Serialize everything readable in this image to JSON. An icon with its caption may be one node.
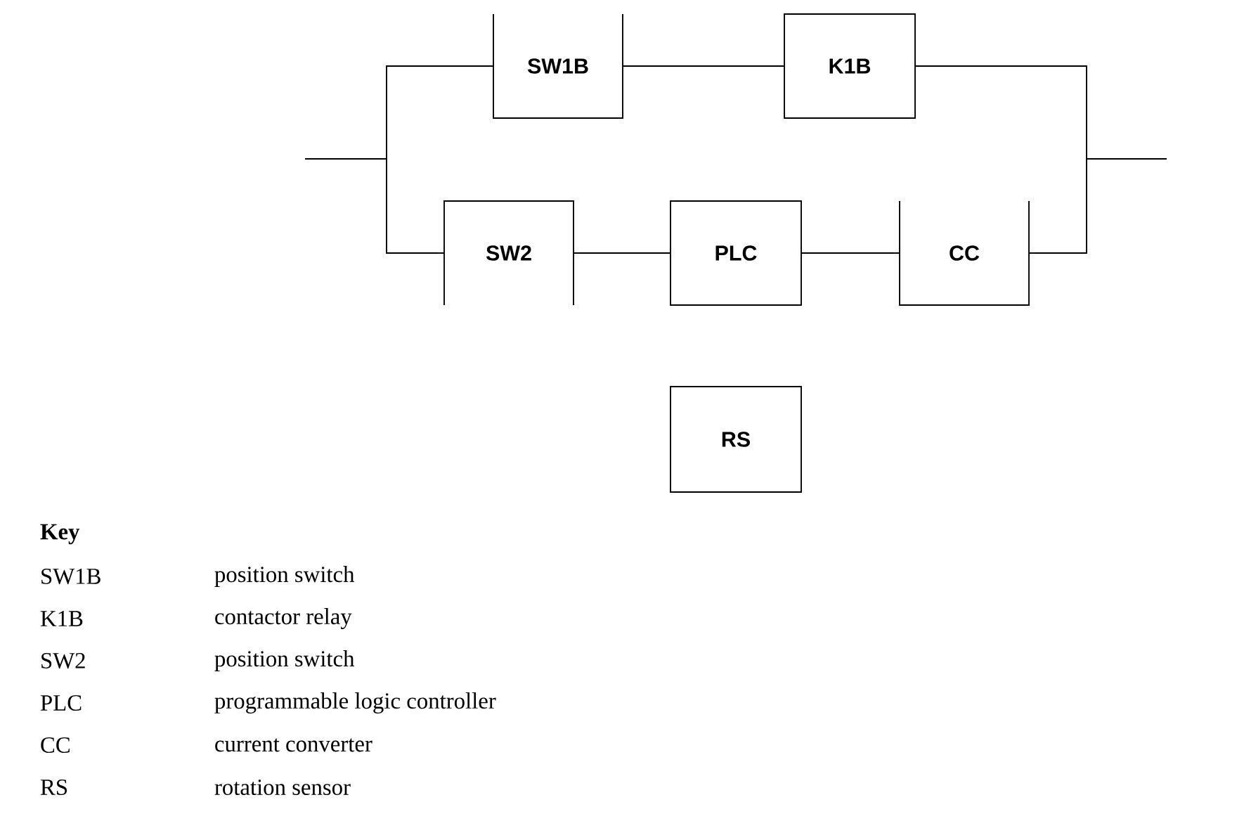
{
  "diagram": {
    "nodes": [
      {
        "text": [
          "SW1B"
        ]
      },
      {
        "text": [
          "K1B"
        ]
      },
      {
        "text": [
          "SW2"
        ]
      },
      {
        "text": [
          "PLC"
        ]
      },
      {
        "text": [
          "CC"
        ]
      },
      {
        "text": [
          "RS"
        ]
      }
    ],
    "edges": [
      {
        "from": null,
        "to": 0,
        "arrow": "none"
      },
      {
        "from": null,
        "to": 2,
        "arrow": "none"
      },
      {
        "from": 0,
        "to": 1,
        "arrow": "none"
      },
      {
        "from": 2,
        "to": 3,
        "arrow": "none"
      },
      {
        "from": 3,
        "to": 4,
        "arrow": "none"
      },
      {
        "from": 1,
        "to": null,
        "arrow": "none"
      },
      {
        "from": 4,
        "to": null,
        "arrow": "none"
      }
    ],
    "labels": [
      "Key",
      "SW1B",
      "position switch",
      "K1B",
      "contactor relay",
      "SW2",
      "position switch",
      "PLC",
      "programmable logic controller",
      "CC",
      "current converter",
      "RS",
      "rotation sensor"
    ]
  }
}
